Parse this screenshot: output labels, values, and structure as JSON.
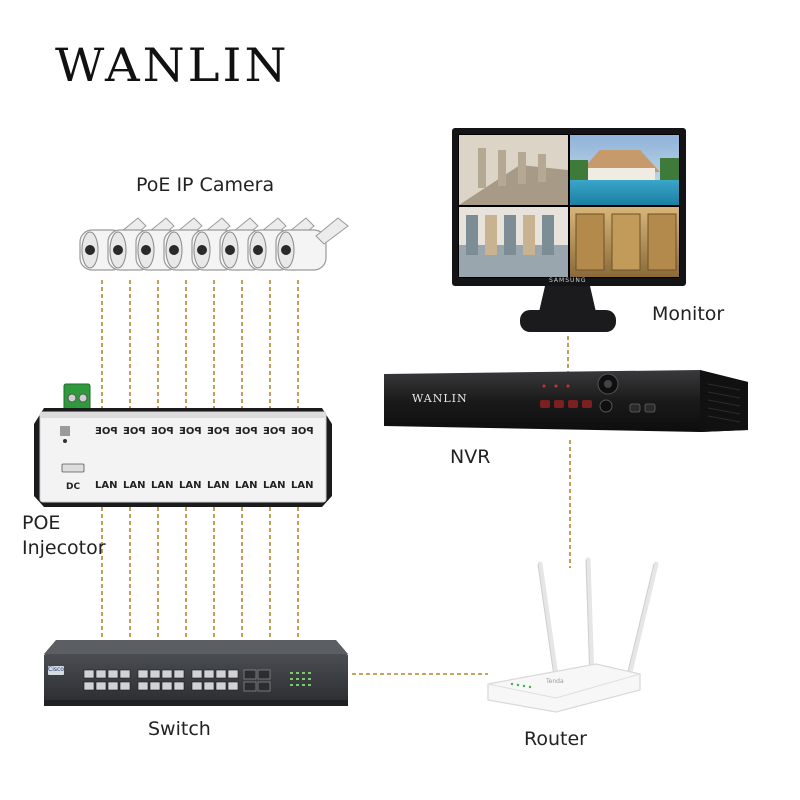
{
  "brand": "WANLIN",
  "labels": {
    "camera": "PoE IP Camera",
    "monitor": "Monitor",
    "nvr": "NVR",
    "poe_line1": "POE",
    "poe_line2": "Injecotor",
    "switch": "Switch",
    "router": "Router"
  },
  "injector": {
    "top_port_label": "POE",
    "bottom_port_label": "LAN",
    "dc_label": "DC",
    "port_count": 8
  },
  "nvr_badge": "WANLIN",
  "monitor_brand": "SAMSUNG",
  "switch_brand": "Cisco",
  "router_brand": "Tenda",
  "colors": {
    "dashed_line": "#b3862e",
    "device_dark": "#1b1b1d",
    "injector_body": "#f3f3f3",
    "terminal_green": "#2f9a3c"
  }
}
